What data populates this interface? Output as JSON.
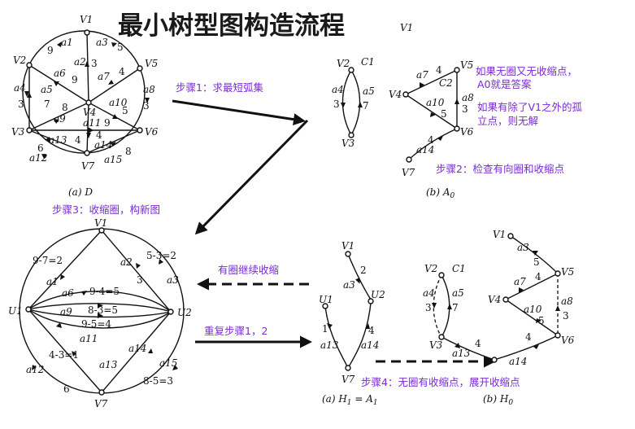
{
  "title": "最小树型图构造流程",
  "notes": {
    "step1": "步骤1：求最短弧集",
    "no_cycle_1": "如果无圈又无收缩点，",
    "no_cycle_2": "A0就是答案",
    "isolated_1": "如果有除了V1之外的孤",
    "isolated_2": "立点，则无解",
    "step2": "步骤2：检查有向圈和收缩点",
    "step3": "步骤3：收缩圈，构新图",
    "continue_shrink": "有圈继续收缩",
    "repeat": "重复步骤1，2",
    "step4": "步骤4：无圈有收缩点，展开收缩点"
  },
  "captions": {
    "d": "(a) D",
    "a0": "(b) A",
    "a0_sub": "0",
    "h1": "(a) H",
    "h1_eq": " = A",
    "h0": "(b) H",
    "h0_sub": "0",
    "sub1": "1"
  },
  "graph_d": {
    "nodes": [
      "V1",
      "V2",
      "V3",
      "V4",
      "V5",
      "V6",
      "V7"
    ],
    "edge_labels": [
      "a1",
      "a2",
      "a3",
      "a4",
      "a5",
      "a6",
      "a7",
      "a8",
      "a9",
      "a10",
      "a11",
      "a12",
      "a13",
      "a14",
      "a15"
    ],
    "weights": [
      "9",
      "3",
      "5",
      "3",
      "7",
      "9",
      "4",
      "3",
      "8",
      "5",
      "9",
      "6",
      "4",
      "4",
      "8"
    ]
  },
  "graph_a0": {
    "nodes": [
      "V2",
      "V3",
      "V4",
      "V5",
      "V6",
      "V7"
    ],
    "cycles": [
      "C1",
      "C2"
    ],
    "edge_labels": [
      "a4",
      "a5",
      "a7",
      "a10",
      "a8",
      "a14"
    ],
    "weights": [
      "3",
      "7",
      "4",
      "5",
      "3",
      "4"
    ]
  },
  "graph_u": {
    "nodes": [
      "V1",
      "U1",
      "U2",
      "V7"
    ],
    "edge_labels": [
      "a1",
      "a2",
      "a3",
      "a6",
      "a9",
      "a11",
      "a12",
      "a13",
      "a14",
      "a15"
    ],
    "weights": [
      "9-7=2",
      "5-3=2",
      "3",
      "9-4=5",
      "8-3=5",
      "9-5=4",
      "4-3=1",
      "6",
      "8-5=3"
    ]
  },
  "graph_h1": {
    "nodes": [
      "V1",
      "U1",
      "U2",
      "V7"
    ],
    "edge_labels": [
      "a3",
      "a13",
      "a14"
    ],
    "weights": [
      "2",
      "1",
      "4"
    ]
  },
  "graph_h0": {
    "nodes": [
      "V1",
      "V2",
      "V3",
      "V4",
      "V5",
      "V6",
      "V7"
    ],
    "cycles": [
      "C1"
    ],
    "edge_labels": [
      "a3",
      "a4",
      "a5",
      "a7",
      "a8",
      "a10",
      "a13",
      "a14"
    ],
    "weights": [
      "5",
      "3",
      "7",
      "4",
      "3",
      "5",
      "4",
      "4"
    ]
  },
  "stray_label": "V1"
}
